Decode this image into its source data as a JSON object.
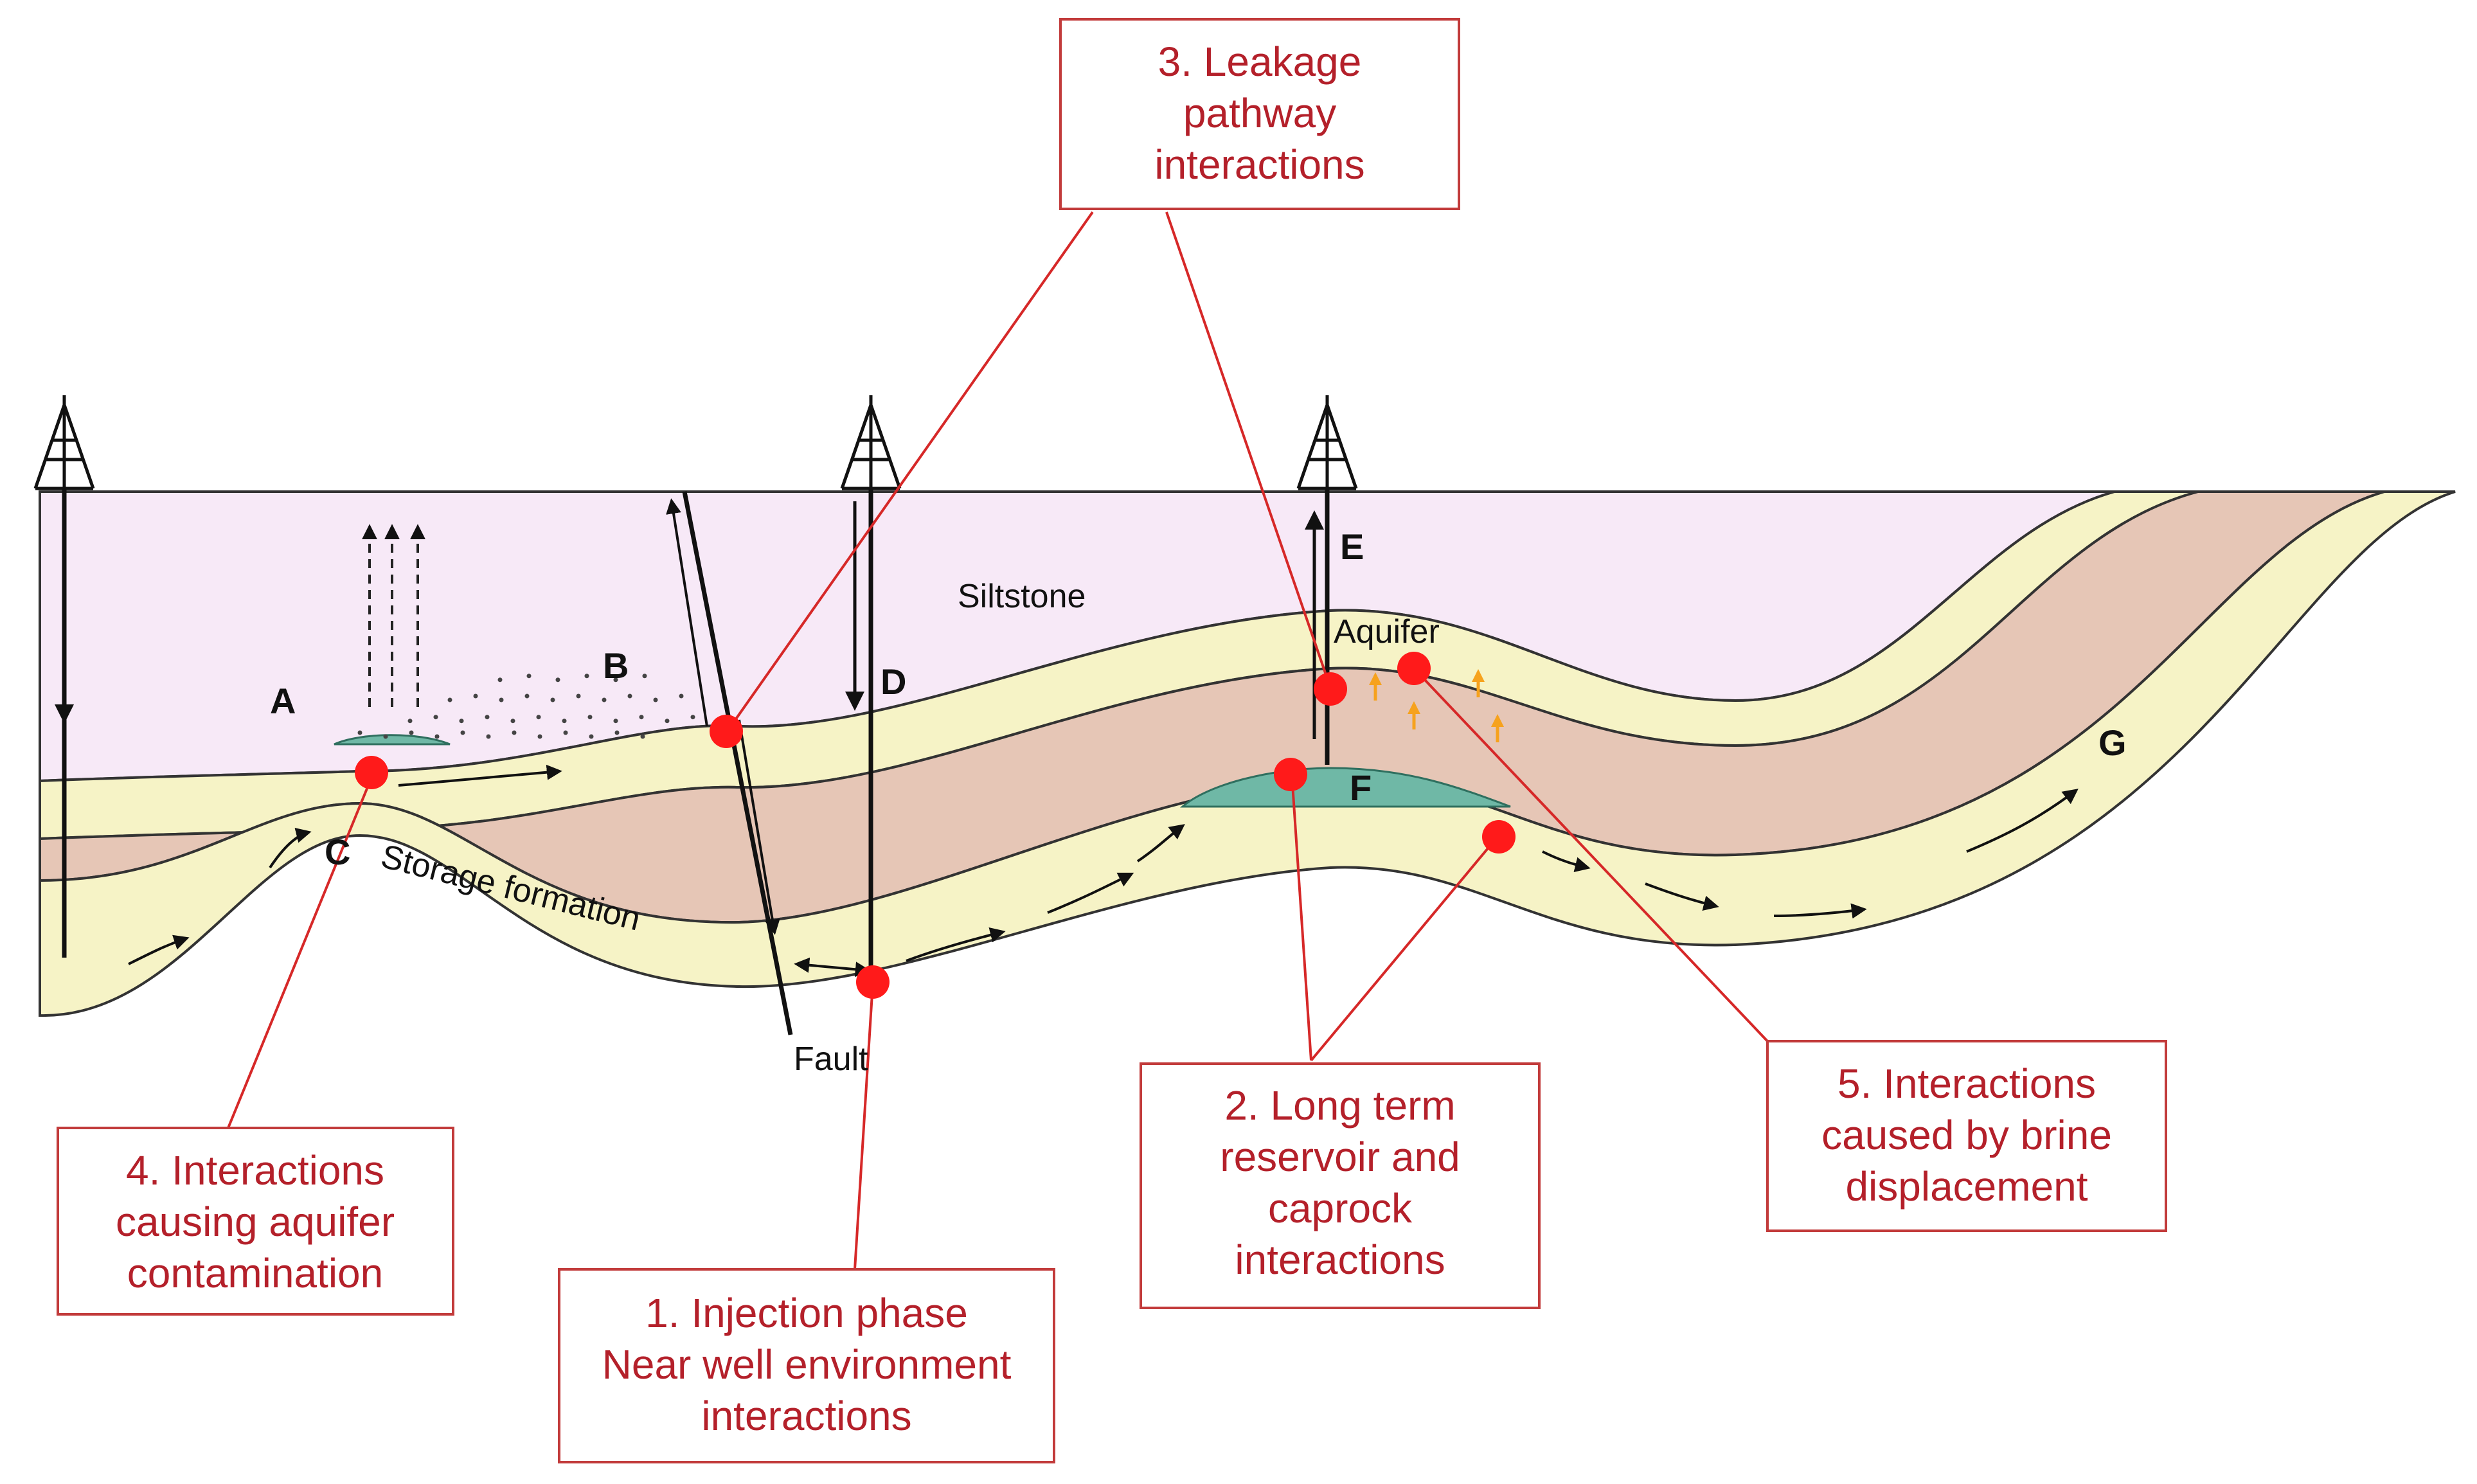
{
  "colors": {
    "siltstone_fill": "#f7e9f7",
    "caprock_fill": "#e6c6b6",
    "storage_fill": "#f6f3c6",
    "gas_fill": "#6fb8a6",
    "callout_red": "#d62828",
    "callout_text": "#b4202a",
    "marker_red": "#ff1a1a",
    "flow_arrow_orange": "#f6a21d"
  },
  "layers": {
    "siltstone": "Siltstone",
    "aquifer": "Aquifer",
    "storage": "Storage formation",
    "fault": "Fault"
  },
  "point_labels": {
    "a": "A",
    "b": "B",
    "c": "C",
    "d": "D",
    "e": "E",
    "f": "F",
    "g": "G"
  },
  "callouts": {
    "c1": {
      "line1": "1. Injection phase",
      "line2": "Near well environment",
      "line3": "interactions"
    },
    "c2": {
      "line1": "2. Long term",
      "line2": "reservoir and",
      "line3": "caprock",
      "line4": "interactions"
    },
    "c3": {
      "line1": "3. Leakage",
      "line2": "pathway",
      "line3": "interactions"
    },
    "c4": {
      "line1": "4. Interactions",
      "line2": "causing aquifer",
      "line3": "contamination"
    },
    "c5": {
      "line1": "5. Interactions",
      "line2": "caused by brine",
      "line3": "displacement"
    }
  },
  "icons": {
    "well_derrick": "oil-derrick-icon",
    "marker": "red-dot-marker"
  }
}
